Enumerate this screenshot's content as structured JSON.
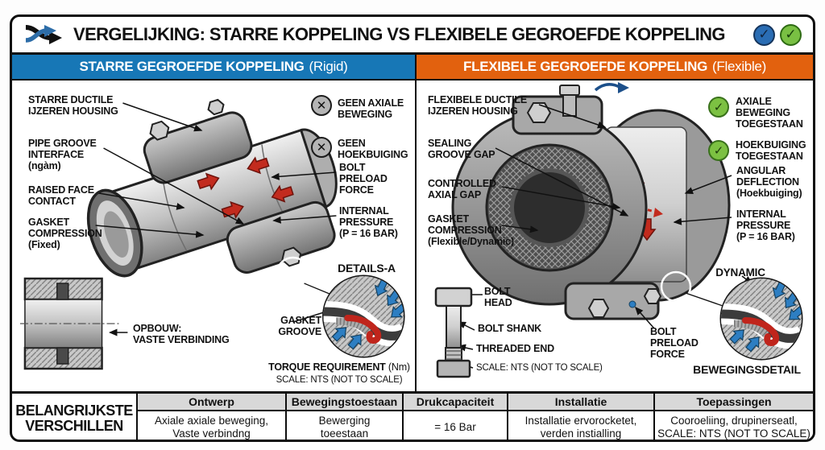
{
  "icons": {
    "no_glyph": "✕",
    "check_glyph": "✓",
    "shuffle_icon": "crossing-arrows",
    "title_check_blue": "blue-check-circle",
    "title_check_green": "green-check-circle"
  },
  "colors": {
    "blue_header": "#1777b6",
    "orange_header": "#e2610e",
    "badge_no": "#b5b5b5",
    "badge_yes": "#7cc142",
    "arrow_red": "#c22b1e",
    "arrow_blue": "#2d7ec2",
    "title_check_blue": "#2a6db4",
    "title_check_green": "#79c043"
  },
  "header": {
    "title": "VERGELIJKING: STARRE KOPPELING VS FLEXIBELE GEGROEFDE KOPPELING"
  },
  "left_panel": {
    "header": "STARRE GEGROEFDE KOPPELING",
    "header_note": "(Rigid)",
    "labels_left": [
      "STARRE DUCTILE\nIJZEREN HOUSING",
      "PIPE GROOVE\nINTERFACE\n(ngàm)",
      "RAISED FACE\nCONTACT",
      "GASKET\nCOMPRESSION\n(Fixed)"
    ],
    "no_badges": [
      {
        "label": "GEEN AXIALE\nBEWEGING"
      },
      {
        "label": "GEEN\nHOEKBUIGING"
      }
    ],
    "labels_right": [
      "BOLT\nPRELOAD\nFORCE",
      "INTERNAL\nPRESSURE\n(P = 16 BAR)"
    ],
    "details_title": "DETAILS-A",
    "gasket_groove": "GASKET\nGROOVE",
    "torque_label": "TORQUE REQUIREMENT",
    "torque_unit": "(Nm)",
    "scale_note": "SCALE: NTS (NOT TO SCALE)",
    "opbouw": "OPBOUW:\nVASTE VERBINDING"
  },
  "right_panel": {
    "header": "FLEXIBELE GEGROEFDE KOPPELING",
    "header_note": "(Flexible)",
    "labels_left": [
      "FLEXIBELE DUCTILE\nIJZEREN HOUSING",
      "SEALING\nGROOVE GAP",
      "CONTROLLED\nAXIAL GAP",
      "GASKET\nCOMPRESSION\n(Flexible/Dynamic)"
    ],
    "yes_badges": [
      {
        "label": "AXIALE\nBEWEGING\nTOEGESTAAN"
      },
      {
        "label": "HOEKBUIGING\nTOEGESTAAN"
      }
    ],
    "labels_right": [
      "ANGULAR\nDEFLECTION\n(Hoekbuiging)",
      "INTERNAL\nPRESSURE\n(P = 16 BAR)"
    ],
    "bolt_head": "BOLT\nHEAD",
    "bolt_shank": "BOLT SHANK",
    "threaded_end": "THREADED END",
    "scale_note": "SCALE: NTS (NOT TO SCALE)",
    "bolt_preload": "BOLT\nPRELOAD\nFORCE",
    "dynamic_title": "DYNAMIC",
    "detail_caption": "BEWEGINGSDETAIL"
  },
  "table": {
    "row_title": "BELANGRIJKSTE\nVERSCHILLEN",
    "columns": [
      {
        "header": "Ontwerp",
        "value": "Axiale axiale beweging,\nVaste verbindng"
      },
      {
        "header": "Bewegingstoestaan",
        "value": "Bewerging\ntoeestaan"
      },
      {
        "header": "Drukcapaciteit",
        "value": "= 16 Bar"
      },
      {
        "header": "Installatie",
        "value": "Installatie ervorocketet,\nverden instialling"
      },
      {
        "header": "Toepassingen",
        "value": "Cooroeliing, drupinerseatl,\nSCALE: NTS (NOT TO SCALE)"
      }
    ]
  }
}
